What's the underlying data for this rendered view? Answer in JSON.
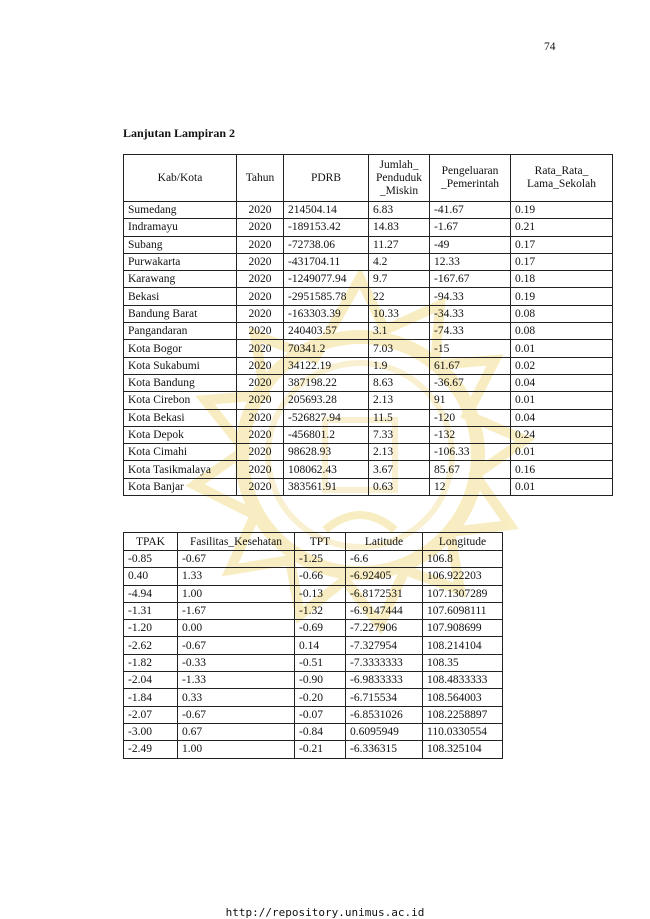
{
  "page_number": "74",
  "section_title": "Lanjutan Lampiran 2",
  "table1": {
    "headers": [
      [
        "Kab/Kota"
      ],
      [
        "Tahun"
      ],
      [
        "PDRB"
      ],
      [
        "Jumlah_",
        "Penduduk",
        "_Miskin"
      ],
      [
        "Pengeluaran",
        "_Pemerintah"
      ],
      [
        "Rata_Rata_",
        "Lama_Sekolah"
      ]
    ],
    "rows": [
      [
        "Sumedang",
        "2020",
        "214504.14",
        "6.83",
        "-41.67",
        "0.19"
      ],
      [
        "Indramayu",
        "2020",
        "-189153.42",
        "14.83",
        "-1.67",
        "0.21"
      ],
      [
        "Subang",
        "2020",
        "-72738.06",
        "11.27",
        "-49",
        "0.17"
      ],
      [
        "Purwakarta",
        "2020",
        "-431704.11",
        "4.2",
        "12.33",
        "0.17"
      ],
      [
        "Karawang",
        "2020",
        "-1249077.94",
        "9.7",
        "-167.67",
        "0.18"
      ],
      [
        "Bekasi",
        "2020",
        "-2951585.78",
        "22",
        "-94.33",
        "0.19"
      ],
      [
        "Bandung Barat",
        "2020",
        "-163303.39",
        "10.33",
        "-34.33",
        "0.08"
      ],
      [
        "Pangandaran",
        "2020",
        "240403.57",
        "3.1",
        "-74.33",
        "0.08"
      ],
      [
        "Kota Bogor",
        "2020",
        "70341.2",
        "7.03",
        "-15",
        "0.01"
      ],
      [
        "Kota Sukabumi",
        "2020",
        "34122.19",
        "1.9",
        "61.67",
        "0.02"
      ],
      [
        "Kota Bandung",
        "2020",
        "387198.22",
        "8.63",
        "-36.67",
        "0.04"
      ],
      [
        "Kota Cirebon",
        "2020",
        "205693.28",
        "2.13",
        "91",
        "0.01"
      ],
      [
        "Kota Bekasi",
        "2020",
        "-526827.94",
        "11.5",
        "-120",
        "0.04"
      ],
      [
        "Kota Depok",
        "2020",
        "-456801.2",
        "7.33",
        "-132",
        "0.24"
      ],
      [
        "Kota Cimahi",
        "2020",
        "98628.93",
        "2.13",
        "-106.33",
        "0.01"
      ],
      [
        "Kota Tasikmalaya",
        "2020",
        "108062.43",
        "3.67",
        "85.67",
        "0.16"
      ],
      [
        "Kota Banjar",
        "2020",
        "383561.91",
        "0.63",
        "12",
        "0.01"
      ]
    ]
  },
  "table2": {
    "headers": [
      "TPAK",
      "Fasilitas_Kesehatan",
      "TPT",
      "Latitude",
      "Longitude"
    ],
    "rows": [
      [
        "-0.85",
        "-0.67",
        "-1.25",
        "-6.6",
        "106.8"
      ],
      [
        "0.40",
        "1.33",
        "-0.66",
        "-6.92405",
        "106.922203"
      ],
      [
        "-4.94",
        "1.00",
        "-0.13",
        "-6.8172531",
        "107.1307289"
      ],
      [
        "-1.31",
        "-1.67",
        "-1.32",
        "-6.9147444",
        "107.6098111"
      ],
      [
        "-1.20",
        "0.00",
        "-0.69",
        "-7.227906",
        "107.908699"
      ],
      [
        "-2.62",
        "-0.67",
        "0.14",
        "-7.327954",
        "108.214104"
      ],
      [
        "-1.82",
        "-0.33",
        "-0.51",
        "-7.3333333",
        "108.35"
      ],
      [
        "-2.04",
        "-1.33",
        "-0.90",
        "-6.9833333",
        "108.4833333"
      ],
      [
        "-1.84",
        "0.33",
        "-0.20",
        "-6.715534",
        "108.564003"
      ],
      [
        "-2.07",
        "-0.67",
        "-0.07",
        "-6.8531026",
        "108.2258897"
      ],
      [
        "-3.00",
        "0.67",
        "-0.84",
        "0.6095949",
        "110.0330554"
      ],
      [
        "-2.49",
        "1.00",
        "-0.21",
        "-6.336315",
        "108.325104"
      ]
    ]
  },
  "footer_url": "http://repository.unimus.ac.id",
  "colors": {
    "watermark": "#f3e6a6",
    "text": "#111111"
  }
}
